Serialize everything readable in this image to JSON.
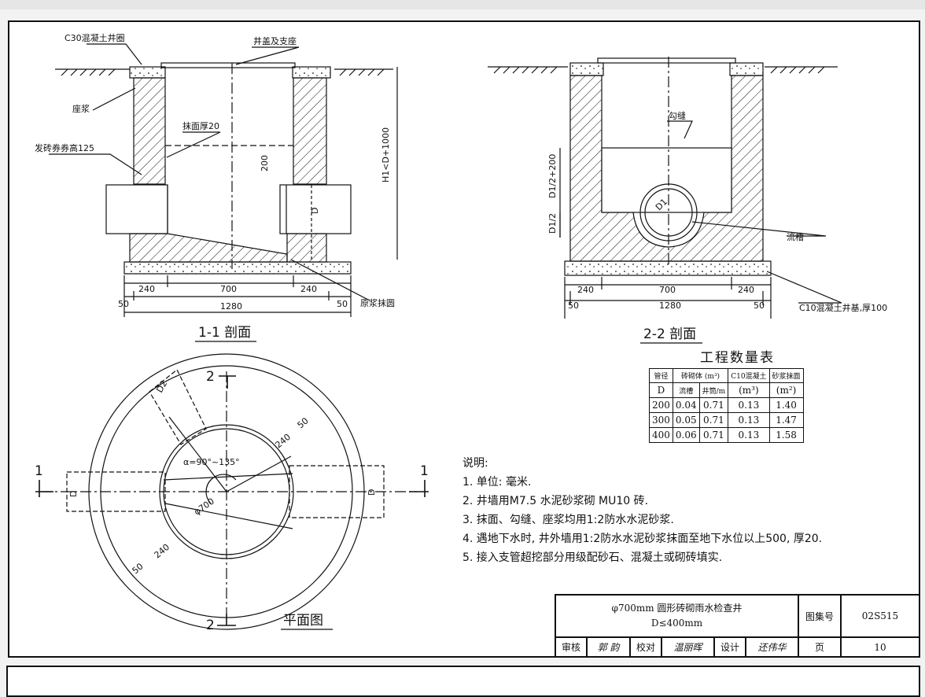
{
  "labels": {
    "c30_ring": "C30混凝土井圈",
    "cover_seat": "井盖及支座",
    "mortar_seat": "座浆",
    "plaster": "抹面厚20",
    "arch_brick": "发砖券券高125",
    "dim_200": "200",
    "h_label": "H1<D+1000",
    "d_label": "D",
    "grout_ring": "原浆抹圆",
    "pointing": "勾缝",
    "d1_2_200": "D1/2+200",
    "d1_2": "D1/2",
    "d1": "D1",
    "channel": "流槽",
    "c10_base": "C10混凝土井基,厚100",
    "d2": "D2",
    "angle": "α=90°~135°",
    "phi700": "φ700",
    "dim_240": "240",
    "dim_50": "50",
    "dim_700": "700",
    "dim_1280": "1280"
  },
  "titles": {
    "section_1": "1-1 剖面",
    "section_2": "2-2 剖面",
    "plan": "平面图",
    "mark_1": "1",
    "mark_2": "2"
  },
  "quantity_table": {
    "title": "工程数量表",
    "h_pipe": "管径",
    "h_d": "D",
    "h_brick": "砖砌体 (m³)",
    "h_c10": "C10混凝土",
    "h_plaster": "砂浆抹面",
    "h_channel": "流槽",
    "h_wall": "井筒/m",
    "h_m3": "(m³)",
    "h_m2": "(m²)",
    "rows": [
      [
        "200",
        "0.04",
        "0.71",
        "0.13",
        "1.40"
      ],
      [
        "300",
        "0.05",
        "0.71",
        "0.13",
        "1.47"
      ],
      [
        "400",
        "0.06",
        "0.71",
        "0.13",
        "1.58"
      ]
    ]
  },
  "notes": {
    "heading": "说明:",
    "items": [
      "1. 单位: 毫米.",
      "2. 井墙用M7.5 水泥砂浆砌 MU10 砖.",
      "3. 抹面、勾缝、座浆均用1:2防水水泥砂浆.",
      "4. 遇地下水时, 井外墙用1:2防水水泥砂浆抹面至地下水位以上500, 厚20.",
      "5. 接入支管超挖部分用级配砂石、混凝土或砌砖填实."
    ]
  },
  "title_block": {
    "name_line1": "φ700mm 圆形砖砌雨水检查井",
    "name_line2": "D≤400mm",
    "atlas_label": "图集号",
    "atlas_no": "02S515",
    "review_label": "审核",
    "reviewer": "郭 韵",
    "check_label": "校对",
    "checker": "温丽晖",
    "design_label": "设计",
    "designer": "还伟华",
    "page_label": "页",
    "page_no": "10"
  }
}
